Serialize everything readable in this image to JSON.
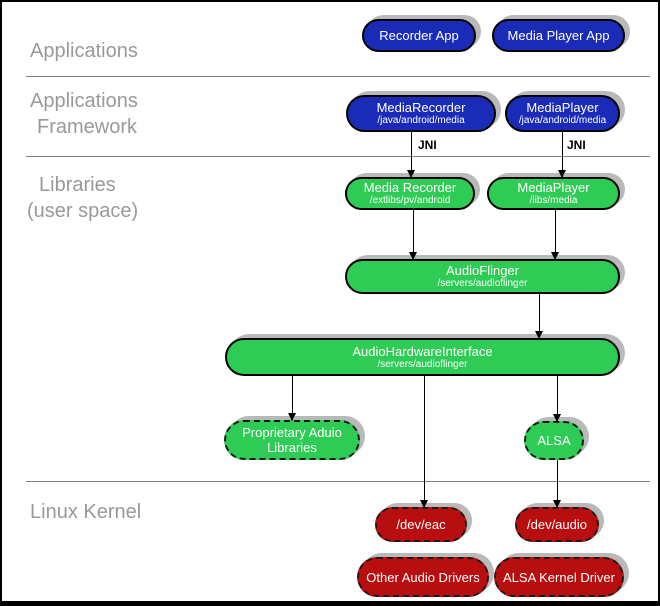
{
  "layer_labels": {
    "applications": "Applications",
    "framework_line1": "Applications",
    "framework_line2": "Framework",
    "libraries_line1": "Libraries",
    "libraries_line2": "(user space)",
    "linux_kernel": "Linux Kernel"
  },
  "labels": {
    "jni": "JNI"
  },
  "nodes": {
    "recorder_app": {
      "label": "Recorder App"
    },
    "media_player_app": {
      "label": "Media Player App"
    },
    "media_recorder_fw": {
      "label": "MediaRecorder",
      "sublabel": "/java/android/media"
    },
    "media_player_fw": {
      "label": "MediaPlayer",
      "sublabel": "/java/android/media"
    },
    "media_recorder_lib": {
      "label": "Media Recorder",
      "sublabel": "/extlibs/pv/android"
    },
    "media_player_lib": {
      "label": "MediaPlayer",
      "sublabel": "/libs/media"
    },
    "audioflinger": {
      "label": "AudioFlinger",
      "sublabel": "/servers/audioflinger"
    },
    "audio_hardware_interface": {
      "label": "AudioHardwareInterface",
      "sublabel": "/servers/audioflinger"
    },
    "proprietary_audio_libraries": {
      "label": "Proprietary Aduio Libraries"
    },
    "alsa": {
      "label": "ALSA"
    },
    "dev_eac": {
      "label": "/dev/eac"
    },
    "dev_audio": {
      "label": "/dev/audio"
    },
    "other_audio_drivers": {
      "label": "Other Audio Drivers"
    },
    "alsa_kernel_driver": {
      "label": "ALSA Kernel Driver"
    }
  },
  "colors": {
    "app_blue": "#1a2bb8",
    "lib_green": "#2ecc55",
    "kernel_red": "#b80e0f",
    "shadow_gray": "#b9b9b9",
    "label_gray": "#999999",
    "divider_gray": "#808080"
  }
}
